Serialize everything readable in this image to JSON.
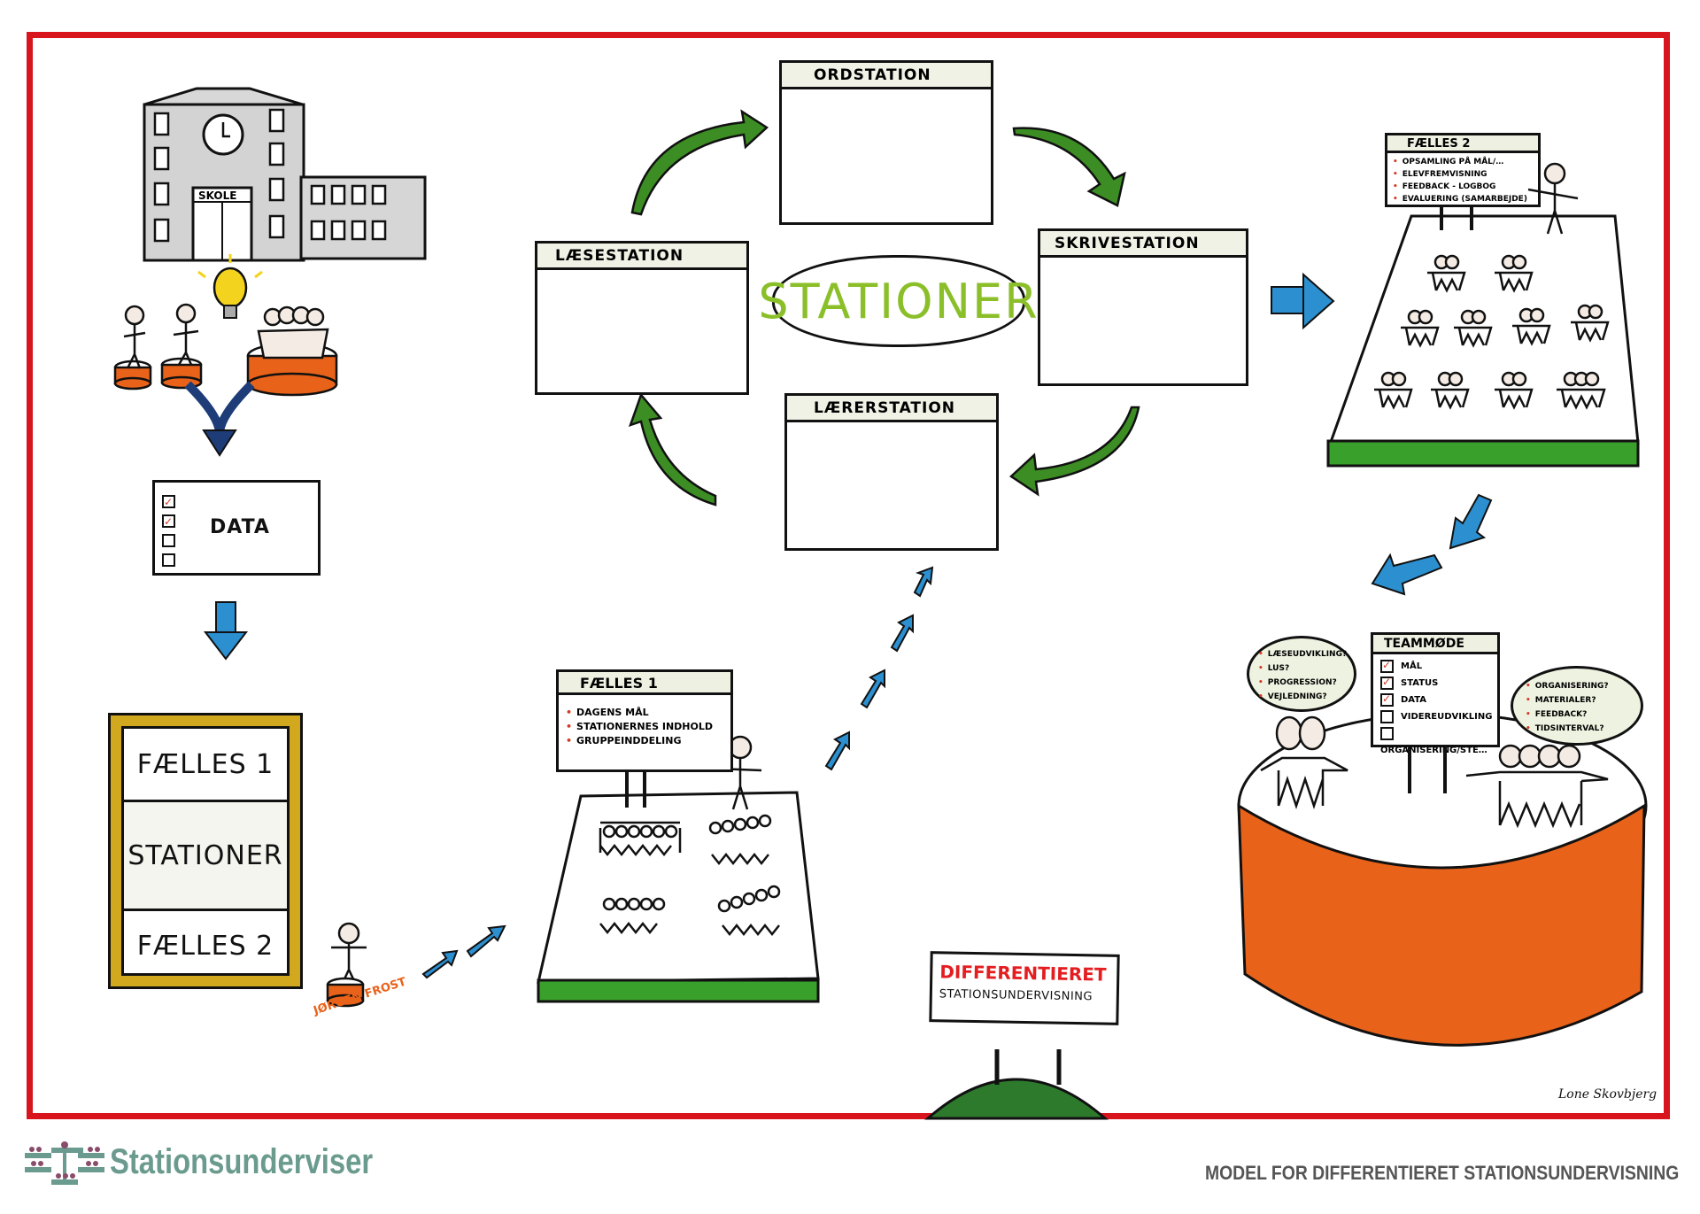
{
  "title_footer": "MODEL FOR DIFFERENTIERET STATIONSUNDERVISNING",
  "logo": {
    "text": "Stationsunderviser",
    "icon": "classroom-groups-icon",
    "color": "#6b9a8e",
    "icon_color": "#8a4c6b"
  },
  "colors": {
    "frame": "#d8141c",
    "arrow_green": "#3c8d23",
    "arrow_blue": "#2b8fd0",
    "platform_orange": "#e8621a",
    "grass_green": "#3aa02c",
    "scroll_gold": "#d2a81e",
    "stationer_green": "#8bbf2a"
  },
  "school": {
    "sign": "SKOLE",
    "icon": "school-building-icon"
  },
  "idea": {
    "icon": "lightbulb-icon"
  },
  "data_box": {
    "label": "DATA",
    "checkboxes": [
      true,
      true,
      false,
      false
    ]
  },
  "plan_scroll": {
    "sections": [
      "FÆLLES 1",
      "STATIONER",
      "FÆLLES 2"
    ]
  },
  "teacher_signature": "JØRGEN FROST",
  "faelles1": {
    "title": "FÆLLES 1",
    "items": [
      "DAGENS MÅL",
      "STATIONERNES INDHOLD",
      "GRUPPEINDDELING"
    ]
  },
  "stations": {
    "center_label": "STATIONER",
    "top": "ORDSTATION",
    "right": "SKRIVESTATION",
    "bottom": "LÆRERSTATION",
    "left": "LÆSESTATION"
  },
  "faelles2": {
    "title": "FÆLLES 2",
    "items": [
      "OPSAMLING PÅ MÅL/…",
      "ELEVFREMVISNING",
      "FEEDBACK - LOGBOG",
      "EVALUERING (SAMARBEJDE)"
    ]
  },
  "teammoede": {
    "title": "TEAMMØDE",
    "items": [
      {
        "label": "MÅL",
        "checked": true
      },
      {
        "label": "STATUS",
        "checked": true
      },
      {
        "label": "DATA",
        "checked": true
      },
      {
        "label": "VIDEREUDVIKLING",
        "checked": false
      },
      {
        "label": "ORGANISERING/STE…",
        "checked": false
      }
    ],
    "bubble_left": [
      "LÆSEUDVIKLING?",
      "LUS?",
      "PROGRESSION?",
      "VEJLEDNING?"
    ],
    "bubble_right": [
      "ORGANISERING?",
      "MATERIALER?",
      "FEEDBACK?",
      "TIDSINTERVAL?"
    ]
  },
  "billboard": {
    "line1": "DIFFERENTIERET",
    "line2": "STATIONSUNDERVISNING"
  },
  "artist_signature": "Lone Skovbjerg"
}
